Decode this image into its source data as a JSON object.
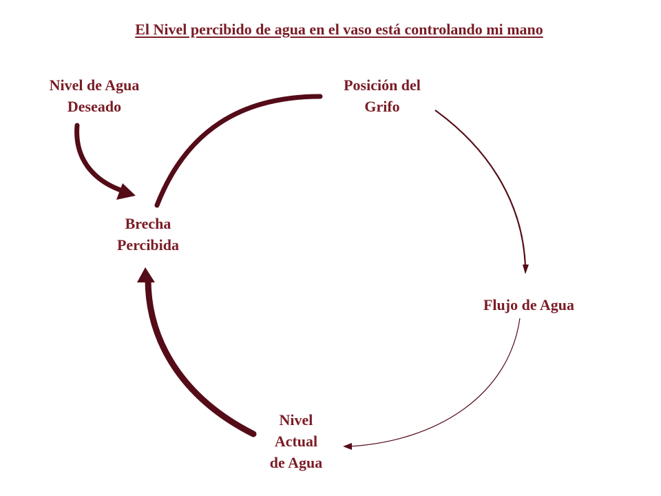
{
  "title": "El Nivel  percibido de agua en el vaso está controlando mi mano",
  "nodes": {
    "desired_level": {
      "lines": [
        "Nivel de Agua",
        "Deseado"
      ]
    },
    "faucet_position": {
      "lines": [
        "Posición del",
        "Grifo"
      ]
    },
    "perceived_gap": {
      "lines": [
        "Brecha",
        "Percibida"
      ]
    },
    "water_flow": {
      "lines": [
        "Flujo de Agua"
      ]
    },
    "actual_level": {
      "lines": [
        "Nivel",
        "Actual",
        "de Agua"
      ]
    }
  },
  "colors": {
    "arrow_dark": "#540c18",
    "text": "#7a1c26"
  }
}
